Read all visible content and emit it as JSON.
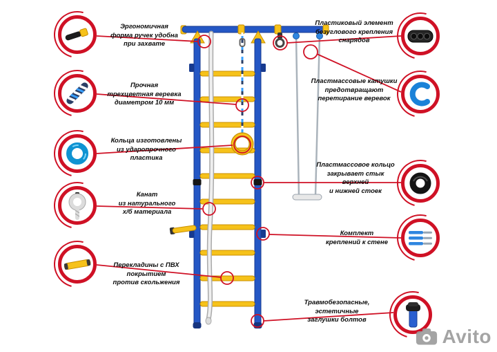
{
  "callouts": {
    "left": [
      {
        "icon": "handle-icon",
        "label": "Эргономичная\nформа ручек удобна\nпри захвате"
      },
      {
        "icon": "rope-icon",
        "label": "Прочная\nтрехцветная веревка\nдиаметром 10 мм"
      },
      {
        "icon": "ring-icon",
        "label": "Кольца изготовлены\nиз ударопрочного\nпластика"
      },
      {
        "icon": "cotton-rope-icon",
        "label": "Канат\nиз натурального\nх/б материала"
      },
      {
        "icon": "rung-icon",
        "label": "Перекладины с ПВХ\nпокрытием\nпротив скольжения"
      }
    ],
    "right": [
      {
        "icon": "corner-mount-icon",
        "label": "Пластиковый элемент\nбезуглового крепления\nснарядов"
      },
      {
        "icon": "spool-icon",
        "label": "Пластмассовые катушки\nпредотвращают\nперетирание веревок"
      },
      {
        "icon": "sleeve-ring-icon",
        "label": "Пластмассовое кольцо\nзакрывает стык\nверхней\nи нижней стоек"
      },
      {
        "icon": "wall-anchors-icon",
        "label": "Комплект\nкреплений к стене"
      },
      {
        "icon": "bolt-cap-icon",
        "label": "Травмобезопасные,\nэстетичные\nзаглушки болтов"
      }
    ]
  },
  "watermark": {
    "text": "Avito",
    "icon": "camera-icon"
  },
  "colors": {
    "accent_red": "#cf1125",
    "frame_blue": "#2457c5",
    "rung_yellow": "#f6c21a"
  }
}
